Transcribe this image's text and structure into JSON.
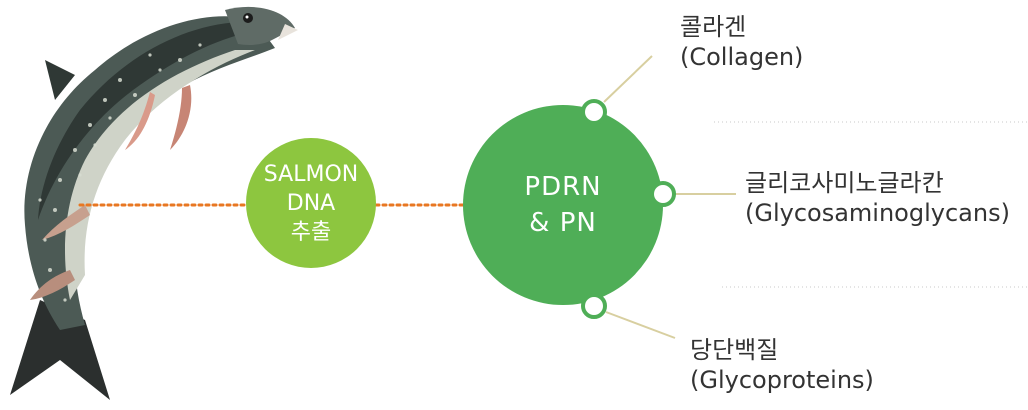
{
  "left_circle": {
    "line1": "SALMON",
    "line2": "DNA",
    "line3": "추출"
  },
  "center_circle": {
    "line1": "PDRN",
    "line2": "& PN"
  },
  "components": [
    {
      "ko": "콜라겐",
      "en": "(Collagen)"
    },
    {
      "ko": "글리코사미노글라칸",
      "en": "(Glycosaminoglycans)"
    },
    {
      "ko": "당단백질",
      "en": "(Glycoproteins)"
    }
  ],
  "colors": {
    "salmon_circle": "#8dc63f",
    "pdrn_circle": "#4fae57",
    "connector_dots": "#e87722",
    "branch_lines": "#d8cfa0",
    "separators": "#c8c8c8"
  },
  "icons": {
    "fish": "salmon-illustration"
  }
}
